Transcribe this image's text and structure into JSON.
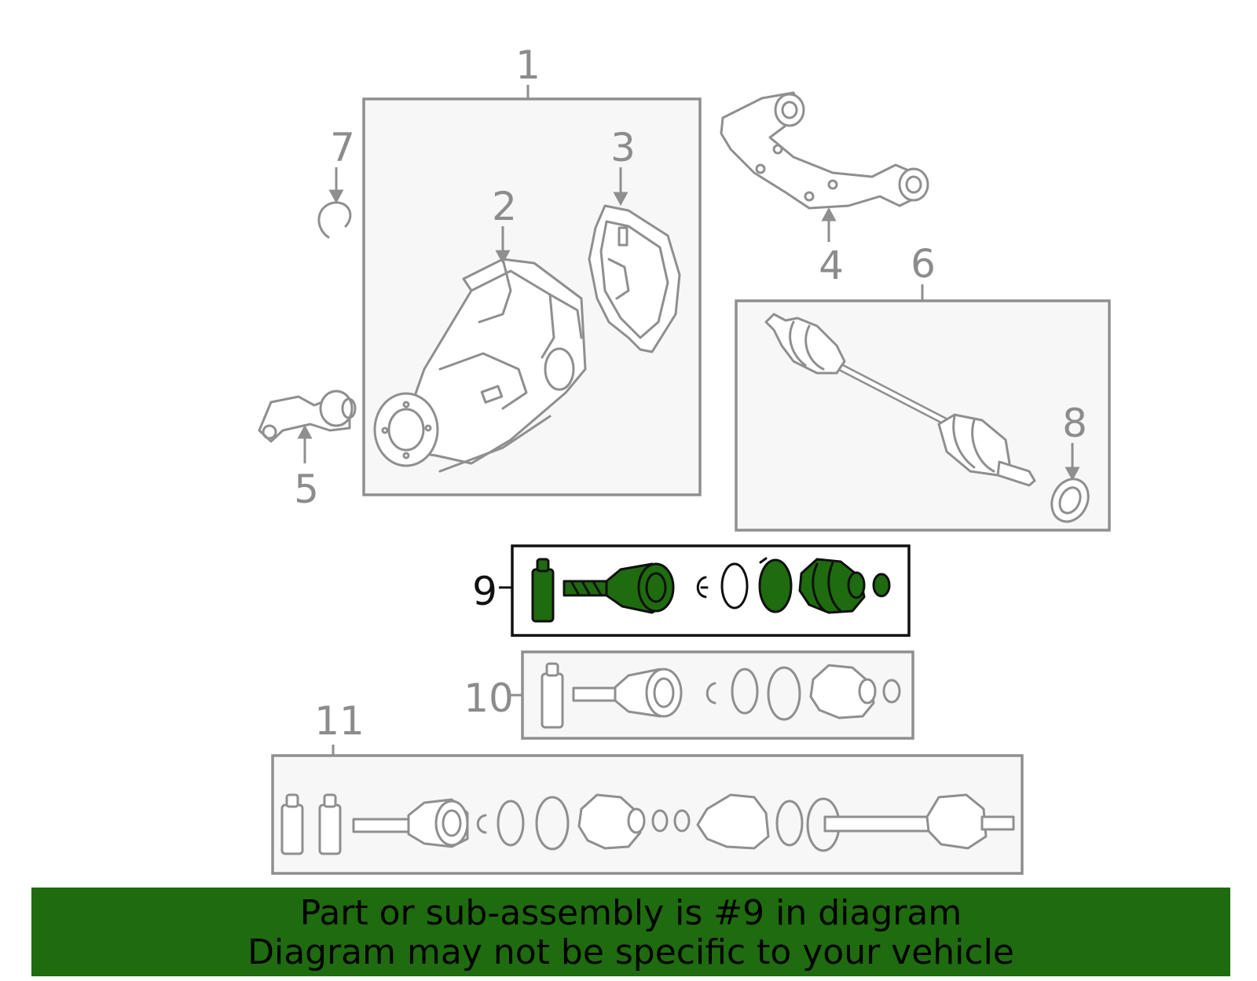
{
  "callouts": {
    "c1": "1",
    "c2": "2",
    "c3": "3",
    "c4": "4",
    "c5": "5",
    "c6": "6",
    "c7": "7",
    "c8": "8",
    "c9": "9",
    "c10": "10",
    "c11": "11"
  },
  "highlighted_callout": "9",
  "colors": {
    "highlight": "#1f6b0f",
    "banner": "#1f6b0f",
    "line": "#8f8f8f",
    "box_fill": "#f7f7f7"
  },
  "banner": {
    "line1": "Part or sub-assembly is #9 in diagram",
    "line2": "Diagram may not be specific to your vehicle"
  }
}
